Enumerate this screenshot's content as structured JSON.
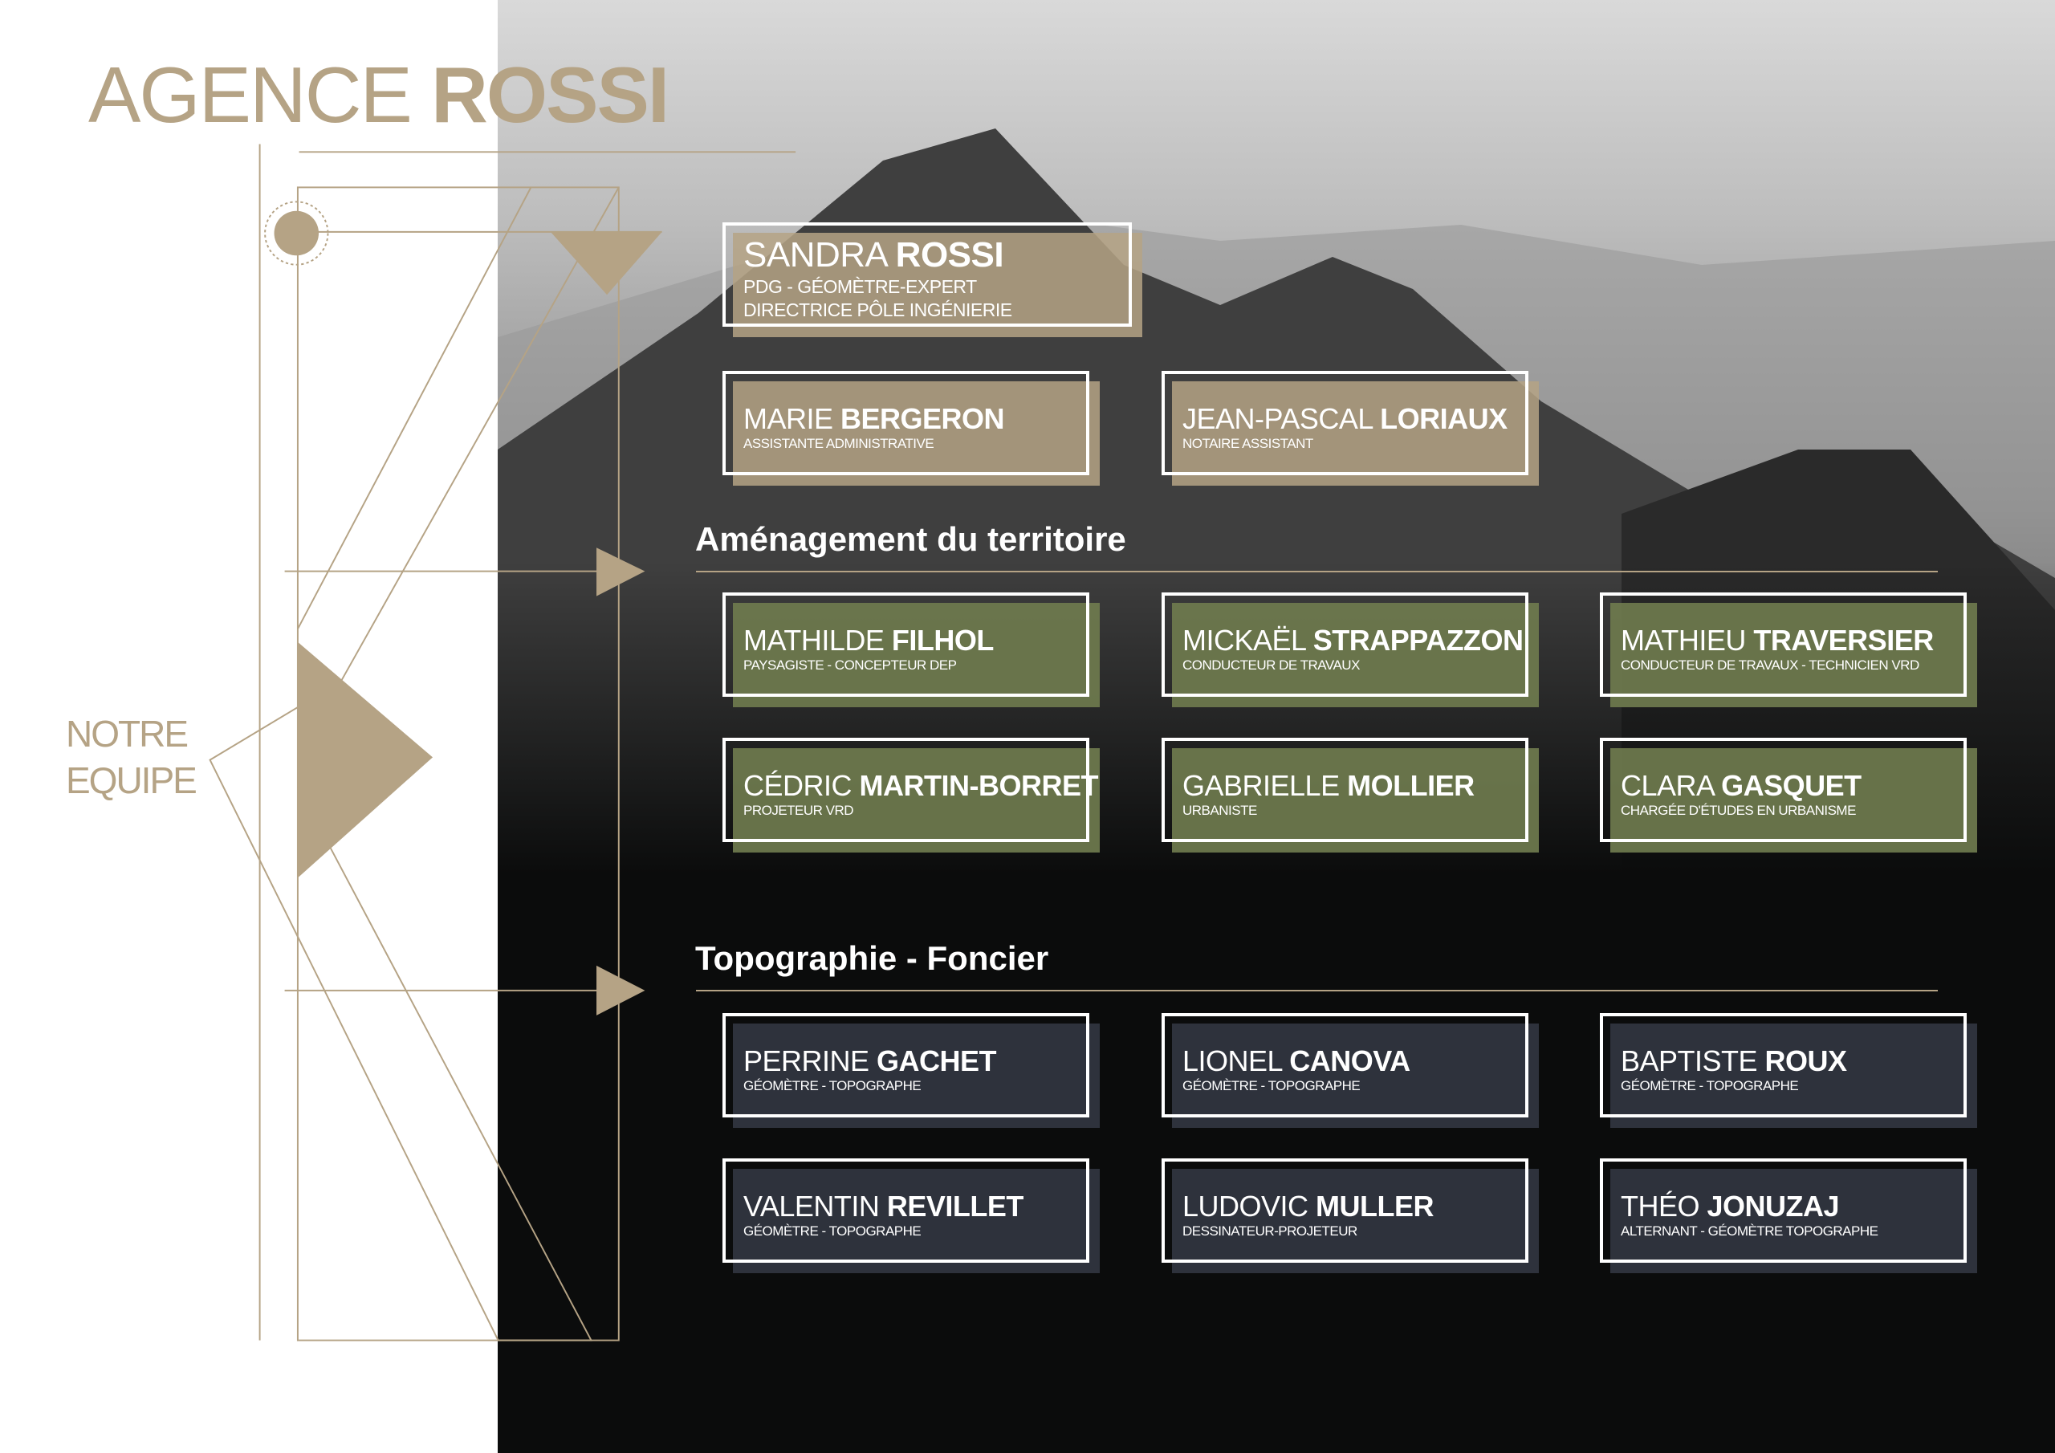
{
  "title": {
    "light": "AGENCE ",
    "bold": "ROSSI"
  },
  "sidebar": {
    "line1": "NOTRE",
    "line2": "EQUIPE"
  },
  "colors": {
    "gold": "#b5a385",
    "green": "#6e7a4e",
    "dark": "#2e323c"
  },
  "direction": [
    {
      "first": "SANDRA ",
      "last": "ROSSI",
      "role1": "PDG - GÉOMÈTRE-EXPERT",
      "role2": "DIRECTRICE PÔLE INGÉNIERIE"
    },
    {
      "first": "MARIE ",
      "last": "BERGERON",
      "role1": "ASSISTANTE ADMINISTRATIVE"
    },
    {
      "first": "JEAN-PASCAL ",
      "last": "LORIAUX",
      "role1": "NOTAIRE ASSISTANT"
    }
  ],
  "sections": [
    {
      "title": "Aménagement du territoire",
      "members": [
        {
          "first": "MATHILDE ",
          "last": "FILHOL",
          "role": "PAYSAGISTE - CONCEPTEUR DEP"
        },
        {
          "first": "MICKAËL ",
          "last": "STRAPPAZZON",
          "role": "CONDUCTEUR DE TRAVAUX"
        },
        {
          "first": "MATHIEU ",
          "last": "TRAVERSIER",
          "role": "CONDUCTEUR DE TRAVAUX - TECHNICIEN VRD"
        },
        {
          "first": "CÉDRIC ",
          "last": "MARTIN-BORRET",
          "role": "PROJETEUR VRD"
        },
        {
          "first": "GABRIELLE ",
          "last": "MOLLIER",
          "role": "URBANISTE"
        },
        {
          "first": "CLARA ",
          "last": "GASQUET",
          "role": "CHARGÉE D'ÉTUDES EN URBANISME"
        }
      ]
    },
    {
      "title": "Topographie - Foncier",
      "members": [
        {
          "first": "PERRINE ",
          "last": "GACHET",
          "role": "GÉOMÈTRE - TOPOGRAPHE"
        },
        {
          "first": "LIONEL ",
          "last": "CANOVA",
          "role": "GÉOMÈTRE - TOPOGRAPHE"
        },
        {
          "first": "BAPTISTE ",
          "last": "ROUX",
          "role": "GÉOMÈTRE - TOPOGRAPHE"
        },
        {
          "first": "VALENTIN ",
          "last": "REVILLET",
          "role": "GÉOMÈTRE - TOPOGRAPHE"
        },
        {
          "first": "LUDOVIC ",
          "last": "MULLER",
          "role": "DESSINATEUR-PROJETEUR"
        },
        {
          "first": "THÉO ",
          "last": "JONUZAJ",
          "role": "ALTERNANT - GÉOMÈTRE TOPOGRAPHE"
        }
      ]
    }
  ]
}
